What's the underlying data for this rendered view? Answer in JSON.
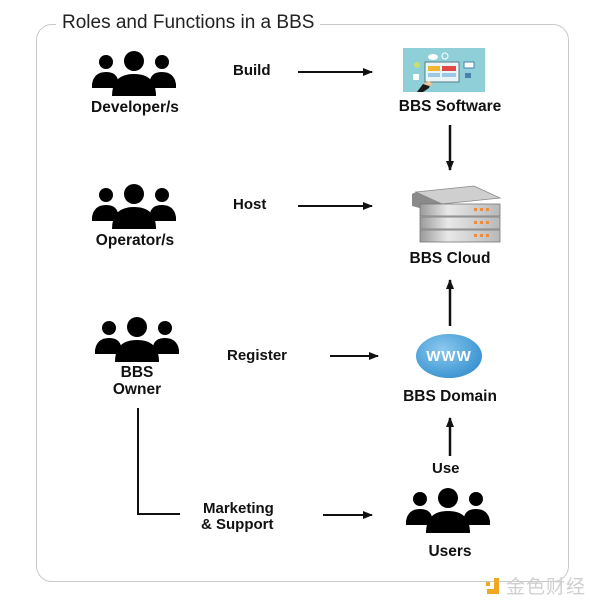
{
  "title": "Roles and Functions in a BBS",
  "roles": {
    "developer": "Developer/s",
    "operator": "Operator/s",
    "owner_line1": "BBS",
    "owner_line2": "Owner",
    "users": "Users"
  },
  "components": {
    "software": "BBS Software",
    "cloud": "BBS Cloud",
    "domain": "BBS Domain",
    "domain_icon_text": "WWW"
  },
  "flows": {
    "build": "Build",
    "host": "Host",
    "register": "Register",
    "use": "Use",
    "marketing_line1": "Marketing",
    "marketing_line2": "& Support"
  },
  "watermark": {
    "text": "金色财经"
  },
  "colors": {
    "border": "#c9c9c9",
    "globe": "#4a9fd8",
    "software_bg": "#8fd0d8",
    "server_led": "#f08a3c",
    "watermark_logo": "#f0a820"
  }
}
